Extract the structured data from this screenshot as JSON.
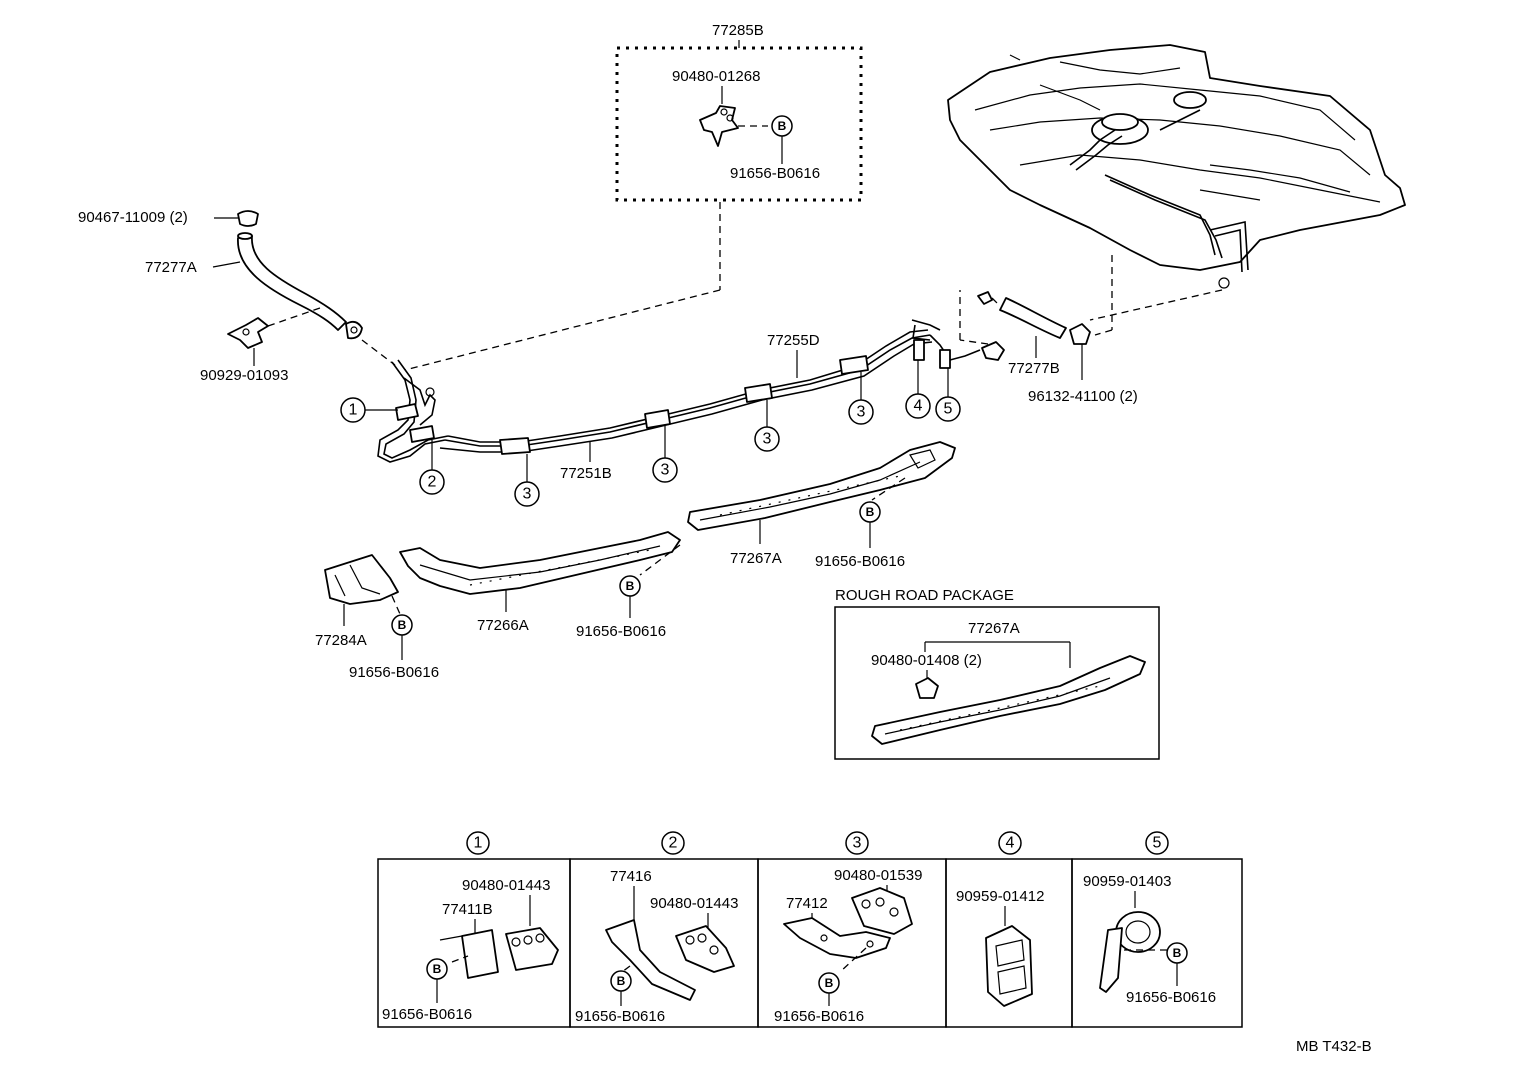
{
  "labels": {
    "p77285B": "77285B",
    "p90480_01268": "90480-01268",
    "p91656_B0616_top": "91656-B0616",
    "p90467_11009": "90467-11009 (2)",
    "p77277A": "77277A",
    "p90929_01093": "90929-01093",
    "p77255D": "77255D",
    "p77277B": "77277B",
    "p96132_41100": "96132-41100 (2)",
    "p77251B": "77251B",
    "p77267A": "77267A",
    "p91656_B0616_mid": "91656-B0616",
    "p77266A": "77266A",
    "p91656_B0616_low": "91656-B0616",
    "p77284A": "77284A",
    "p91656_B0616_left": "91656-B0616",
    "rough_title": "ROUGH ROAD PACKAGE",
    "rough_77267A": "77267A",
    "rough_90480_01408": "90480-01408 (2)",
    "d1_90480_01443": "90480-01443",
    "d1_77411B": "77411B",
    "d1_91656_B0616": "91656-B0616",
    "d2_77416": "77416",
    "d2_90480_01443": "90480-01443",
    "d2_91656_B0616": "91656-B0616",
    "d3_90480_01539": "90480-01539",
    "d3_77412": "77412",
    "d3_91656_B0616": "91656-B0616",
    "d4_90959_01412": "90959-01412",
    "d5_90959_01403": "90959-01403",
    "d5_91656_B0616": "91656-B0616",
    "code": "MB T432-B"
  },
  "callouts": {
    "c1": "1",
    "c2": "2",
    "c3": "3",
    "c4": "4",
    "c5": "5",
    "b": "B"
  }
}
